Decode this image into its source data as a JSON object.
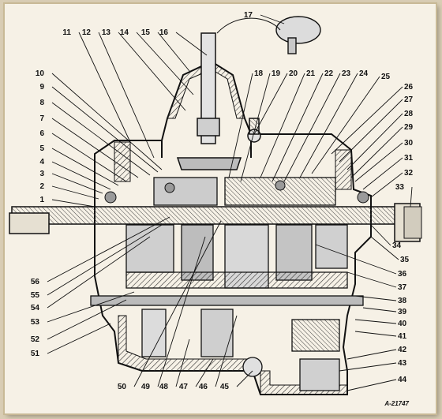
{
  "figure": {
    "reference": "A-21747"
  },
  "callouts": {
    "left": [
      "1",
      "2",
      "3",
      "4",
      "5",
      "6",
      "7",
      "8",
      "9",
      "10"
    ],
    "top": [
      "11",
      "12",
      "13",
      "14",
      "15",
      "16",
      "17"
    ],
    "topright": [
      "18",
      "19",
      "20",
      "21",
      "22",
      "23",
      "24",
      "25"
    ],
    "right": [
      "26",
      "27",
      "28",
      "29",
      "30",
      "31",
      "32",
      "33",
      "34",
      "35",
      "36",
      "37",
      "38",
      "39",
      "40",
      "41",
      "42",
      "43",
      "44"
    ],
    "bottom": [
      "45",
      "46",
      "47",
      "48",
      "49",
      "50"
    ],
    "leftlow": [
      "51",
      "52",
      "53",
      "54",
      "55",
      "56"
    ]
  },
  "colors": {
    "paper": "#f6f1e6",
    "ink": "#111111",
    "hatch": "#555555",
    "shade": "#9a9a9a"
  }
}
